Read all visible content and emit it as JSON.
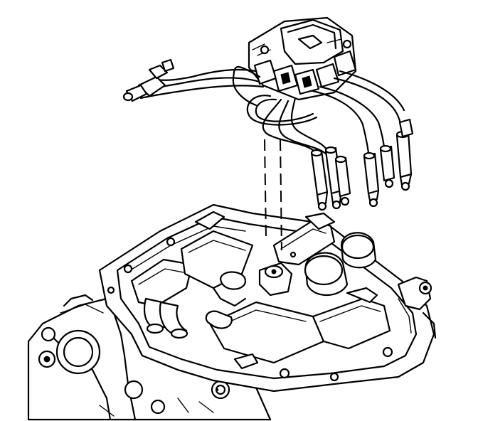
{
  "figure": {
    "type": "technical-line-drawing",
    "colors": {
      "ink": "#000000",
      "paper": "#ffffff"
    },
    "parts": [
      "ignition-coil-module",
      "spark-plug-wires",
      "spark-plug-boots",
      "upper-intake-manifold",
      "engine-block"
    ]
  }
}
